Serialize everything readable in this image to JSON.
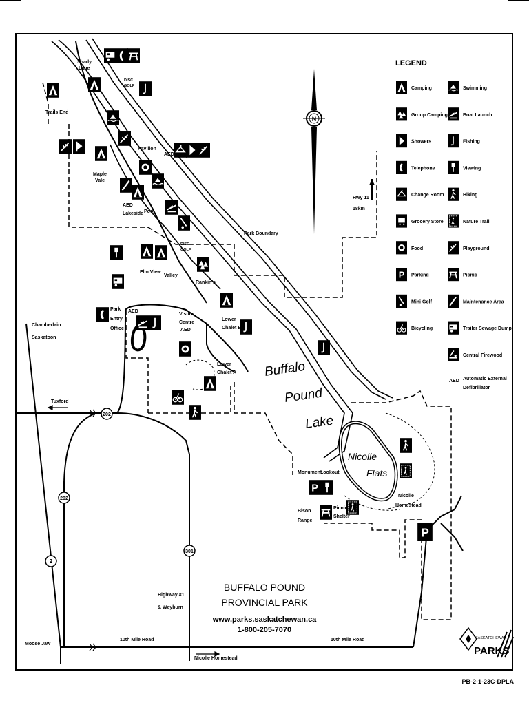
{
  "map": {
    "title_line1": "BUFFALO POUND",
    "title_line2": "PROVINCIAL PARK",
    "website": "www.parks.saskatchewan.ca",
    "phone": "1-800-205-7070",
    "doc_code": "PB-2-1-23C-DPLA",
    "lake_words": [
      "Buffalo",
      "Pound",
      "Lake"
    ],
    "flats_words": [
      "Nicolle",
      "Flats"
    ],
    "brand_small": "SASKATCHEWAN",
    "brand_big": "PARKS"
  },
  "legend": {
    "title": "LEGEND",
    "left": [
      "Camping",
      "Group Camping",
      "Showers",
      "Telephone",
      "Change Room",
      "Grocery Store",
      "Food",
      "Parking",
      "Mini Golf",
      "Bicycling"
    ],
    "right": [
      "Swimming",
      "Boat Launch",
      "Fishing",
      "Viewing",
      "Hiking",
      "Nature Trail",
      "Playground",
      "Picnic",
      "Maintenance Area",
      "Trailer Sewage Dump",
      "Central Firewood"
    ],
    "aed_key": "AED",
    "aed_desc": [
      "Automatic External",
      "Defibrillator"
    ]
  },
  "labels": {
    "trails_end": "Trails End",
    "shady_lane": [
      "Shady",
      "Lane"
    ],
    "disc_golf": [
      "DISC",
      "GOLF"
    ],
    "maple_vale": [
      "Maple",
      "Vale"
    ],
    "pavilion": "Pavilion",
    "aed": "AED",
    "aed_lakeside": [
      "AED",
      "Lakeside"
    ],
    "pool": "Pool",
    "elm_view": "Elm View",
    "valley": "Valley",
    "rankins": "Rankin's",
    "park_boundary": "Park Boundary",
    "hwy11": [
      "Hwy 11",
      "18km"
    ],
    "park_entry": [
      "Park",
      "Entry",
      "Office"
    ],
    "visitor_centre": [
      "Visitor",
      "Centre",
      "AED"
    ],
    "lower_chalet_b": [
      "Lower",
      "Chalet B"
    ],
    "lower_chalet_a": [
      "Lower",
      "Chalet A"
    ],
    "chamberlain": [
      "Chamberlain",
      "Saskatoon"
    ],
    "tuxford": "Tuxford",
    "route_202": "202",
    "route_2": "2",
    "route_301": "301",
    "monument": "Monument",
    "lookout": "Lookout",
    "bison_range": [
      "Bison",
      "Range"
    ],
    "picnic_shelter": [
      "Picnic",
      "Shelter"
    ],
    "nicolle_homestead_label": [
      "Nicolle",
      "Homestead"
    ],
    "highway1": [
      "Highway #1",
      "& Weyburn"
    ],
    "moose_jaw": "Moose Jaw",
    "tenth_mile_left": "10th Mile Road",
    "tenth_mile_right": "10th Mile Road",
    "nicolle_homestead_road": "Nicolle Homestead",
    "compass_n": "N"
  }
}
